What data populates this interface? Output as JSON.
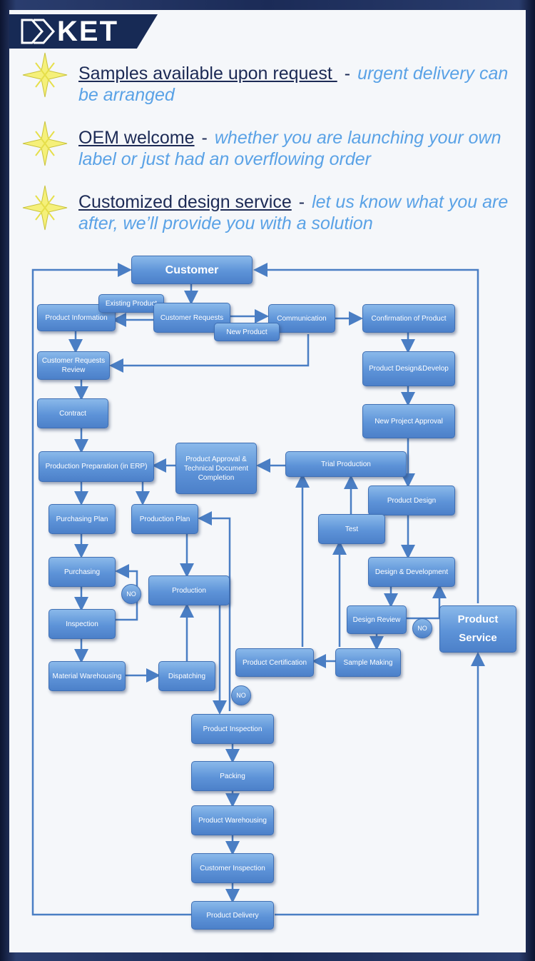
{
  "logo": {
    "text": "KET"
  },
  "bullets": [
    {
      "head": "Samples available upon request ",
      "sub": "urgent delivery can be arranged"
    },
    {
      "head": "OEM welcome",
      "sub": "whether you are launching your own label or just had an overflowing order"
    },
    {
      "head": "Customized design service",
      "sub": "let us know what you are after, we’ll provide you with a solution"
    }
  ],
  "bullet_dash": "-",
  "flow": {
    "customer": "Customer",
    "product_information": "Product Information",
    "existing_product": "Existing Product",
    "customer_requests": "Customer Requests",
    "communication": "Communication",
    "new_product": "New Product",
    "confirmation_of_product": "Confirmation of Product",
    "customer_requests_review": "Customer Requests Review",
    "product_design_develop": "Product Design&Develop",
    "contract": "Contract",
    "new_project_approval": "New Project Approval",
    "production_preparation": "Production Preparation (in ERP)",
    "product_approval": "Product Approval & Technical Document Completion",
    "trial_production": "Trial Production",
    "product_design": "Product Design",
    "purchasing_plan": "Purchasing Plan",
    "production_plan": "Production Plan",
    "test": "Test",
    "purchasing": "Purchasing",
    "production": "Production",
    "design_development": "Design & Development",
    "design_review": "Design Review",
    "inspection": "Inspection",
    "product_service": "Product Service",
    "material_warehousing": "Material Warehousing",
    "dispatching": "Dispatching",
    "product_certification": "Product Certification",
    "sample_making": "Sample Making",
    "product_inspection": "Product Inspection",
    "packing": "Packing",
    "product_warehousing": "Product Warehousing",
    "customer_inspection": "Customer Inspection",
    "product_delivery": "Product Delivery",
    "no_label": "NO"
  },
  "colors": {
    "node": "#5d93d8",
    "arrow": "#4a7ec4",
    "heading": "#1c2a55",
    "accent": "#5aa2e6",
    "brand": "#172a55"
  }
}
